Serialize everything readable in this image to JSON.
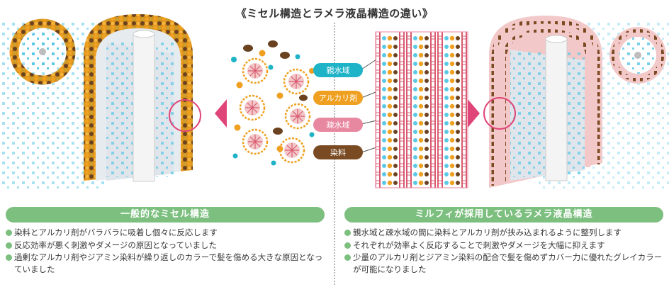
{
  "title": "《ミセル構造とラメラ液晶構造の違い》",
  "legend": {
    "hydrophilic": "親水域",
    "alkali": "アルカリ剤",
    "hydrophobic": "疎水域",
    "dye": "染料"
  },
  "colors": {
    "teal": "#1fb3c8",
    "orange": "#f0a020",
    "pink": "#e887a0",
    "brown": "#7a4a22",
    "green": "#7cbf7f",
    "cyan_dot": "#5bc8e6"
  },
  "left": {
    "header": "一般的なミセル構造",
    "bullets": [
      "染料とアルカリ剤がバラバラに吸着し個々に反応します",
      "反応効率が悪く刺激やダメージの原因となっていました",
      "過剰なアルカリ剤やジアミン染料が繰り返しのカラーで髪を傷める大きな原因となっていました"
    ]
  },
  "right": {
    "header": "ミルフィが採用しているラメラ液晶構造",
    "bullets": [
      "親水域と疎水域の間に染料とアルカリ剤が挟み込まれるように整列します",
      "それぞれが効率よく反応することで刺激やダメージを大幅に抑えます",
      "少量のアルカリ剤とジアミン染料の配合で髪を傷めずカバー力に優れたグレイカラーが可能になりました"
    ]
  }
}
